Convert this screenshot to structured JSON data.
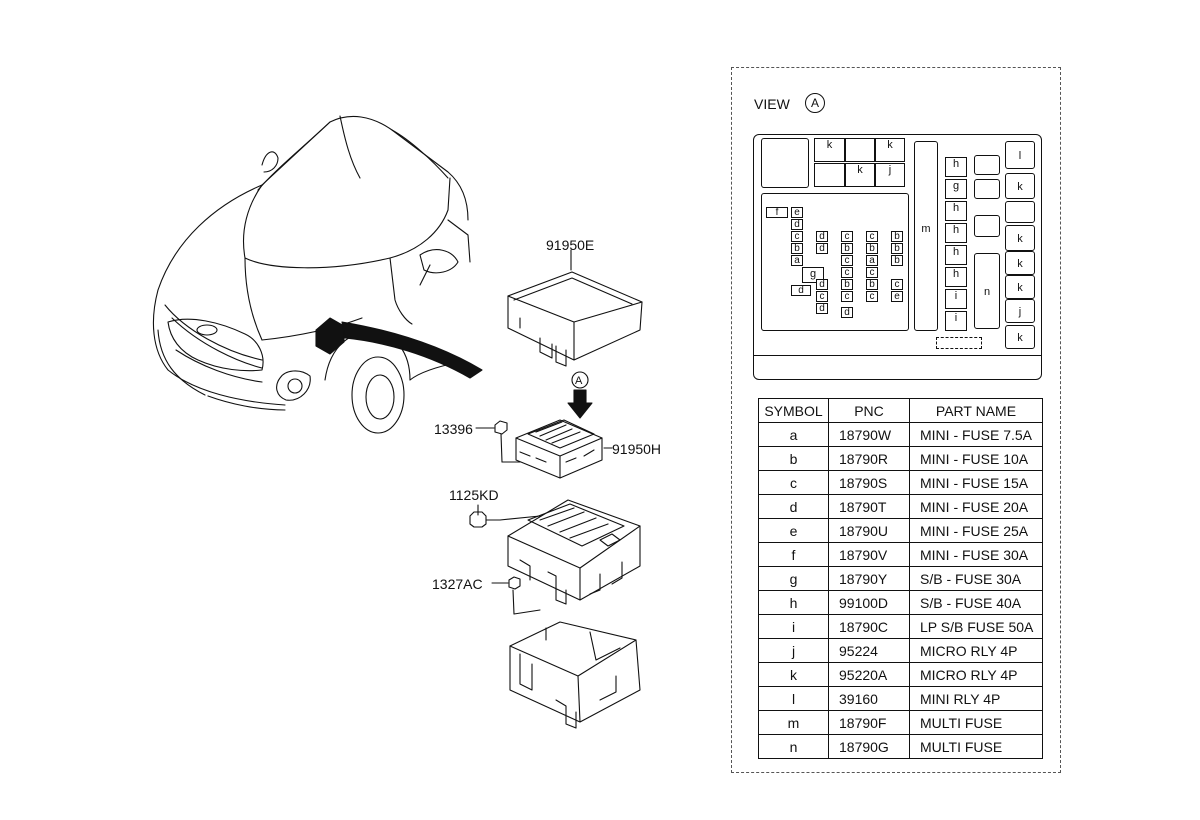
{
  "callouts": {
    "cover": "91950E",
    "view_marker": "A",
    "nut_top": "13396",
    "fuse_block": "91950H",
    "bolt": "1125KD",
    "nut_bottom": "1327AC"
  },
  "view_panel": {
    "title": "VIEW",
    "marker": "A",
    "labels": {
      "k": "k",
      "j": "j",
      "f": "f",
      "e": "e",
      "d": "d",
      "c": "c",
      "b": "b",
      "a": "a",
      "g": "g",
      "h": "h",
      "i": "i",
      "l": "l",
      "m": "m",
      "n": "n"
    }
  },
  "parts_table": {
    "headers": [
      "SYMBOL",
      "PNC",
      "PART NAME"
    ],
    "rows": [
      {
        "symbol": "a",
        "pnc": "18790W",
        "name": "MINI - FUSE 7.5A"
      },
      {
        "symbol": "b",
        "pnc": "18790R",
        "name": "MINI - FUSE 10A"
      },
      {
        "symbol": "c",
        "pnc": "18790S",
        "name": "MINI - FUSE 15A"
      },
      {
        "symbol": "d",
        "pnc": "18790T",
        "name": "MINI - FUSE 20A"
      },
      {
        "symbol": "e",
        "pnc": "18790U",
        "name": "MINI - FUSE 25A"
      },
      {
        "symbol": "f",
        "pnc": "18790V",
        "name": "MINI - FUSE 30A"
      },
      {
        "symbol": "g",
        "pnc": "18790Y",
        "name": "S/B - FUSE 30A"
      },
      {
        "symbol": "h",
        "pnc": "99100D",
        "name": "S/B - FUSE 40A"
      },
      {
        "symbol": "i",
        "pnc": "18790C",
        "name": "LP S/B  FUSE 50A"
      },
      {
        "symbol": "j",
        "pnc": "95224",
        "name": "MICRO RLY 4P"
      },
      {
        "symbol": "k",
        "pnc": "95220A",
        "name": "MICRO RLY 4P"
      },
      {
        "symbol": "l",
        "pnc": "39160",
        "name": "MINI RLY 4P"
      },
      {
        "symbol": "m",
        "pnc": "18790F",
        "name": "MULTI FUSE"
      },
      {
        "symbol": "n",
        "pnc": "18790G",
        "name": "MULTI FUSE"
      }
    ]
  }
}
